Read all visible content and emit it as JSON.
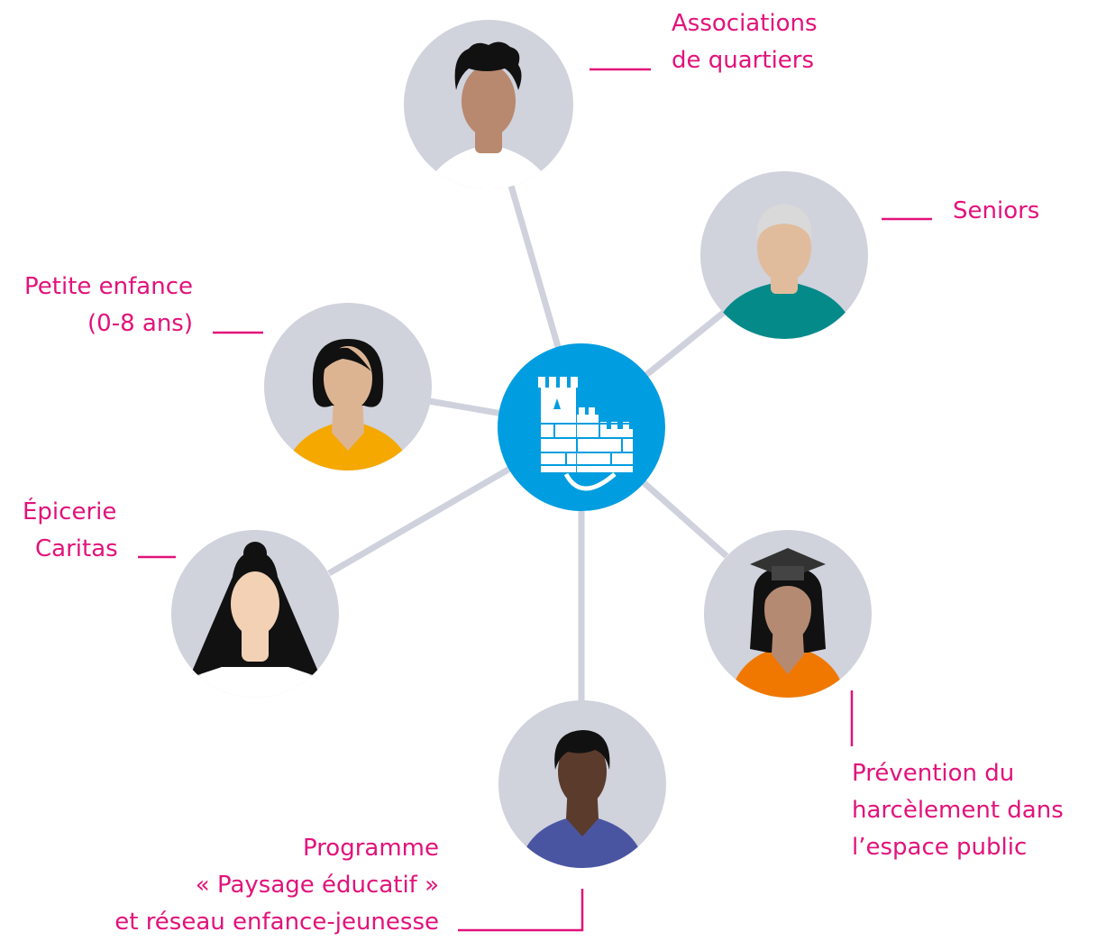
{
  "colors": {
    "accent": "#e2127a",
    "connector": "#cfd2dd",
    "avatar_bg": "#d0d2dc",
    "hub": "#009de0"
  },
  "hub": {
    "icon": "castle-tower-icon"
  },
  "nodes": [
    {
      "id": "associations",
      "label_lines": [
        "Associations",
        "de quartiers"
      ],
      "shirt": "#ffffff",
      "skin": "#b8896f",
      "hair": "#111111",
      "icon": "person-curly-hair-icon"
    },
    {
      "id": "seniors",
      "label_lines": [
        "Seniors"
      ],
      "shirt": "#058a8a",
      "skin": "#e0bc9c",
      "hair": "#d9d9d9",
      "icon": "person-grey-hair-icon"
    },
    {
      "id": "petite-enfance",
      "label_lines": [
        "Petite enfance",
        "(0-8 ans)"
      ],
      "shirt": "#f5a800",
      "skin": "#ddb492",
      "hair": "#111111",
      "icon": "person-bob-hair-icon"
    },
    {
      "id": "epicerie",
      "label_lines": [
        "Épicerie",
        "Caritas"
      ],
      "shirt": "#ffffff",
      "skin": "#f3d1b4",
      "hair": "#111111",
      "icon": "person-long-hair-icon"
    },
    {
      "id": "prevention",
      "label_lines": [
        "Prévention du",
        "harcèlement dans",
        "l’espace public"
      ],
      "shirt": "#f07800",
      "skin": "#b58a72",
      "hair": "#111111",
      "icon": "person-graduation-cap-icon"
    },
    {
      "id": "programme",
      "label_lines": [
        "Programme",
        "« Paysage éducatif »",
        "et réseau enfance-jeunesse"
      ],
      "shirt": "#4a55a2",
      "skin": "#5a3b2c",
      "hair": "#111111",
      "icon": "person-short-hair-icon"
    }
  ]
}
